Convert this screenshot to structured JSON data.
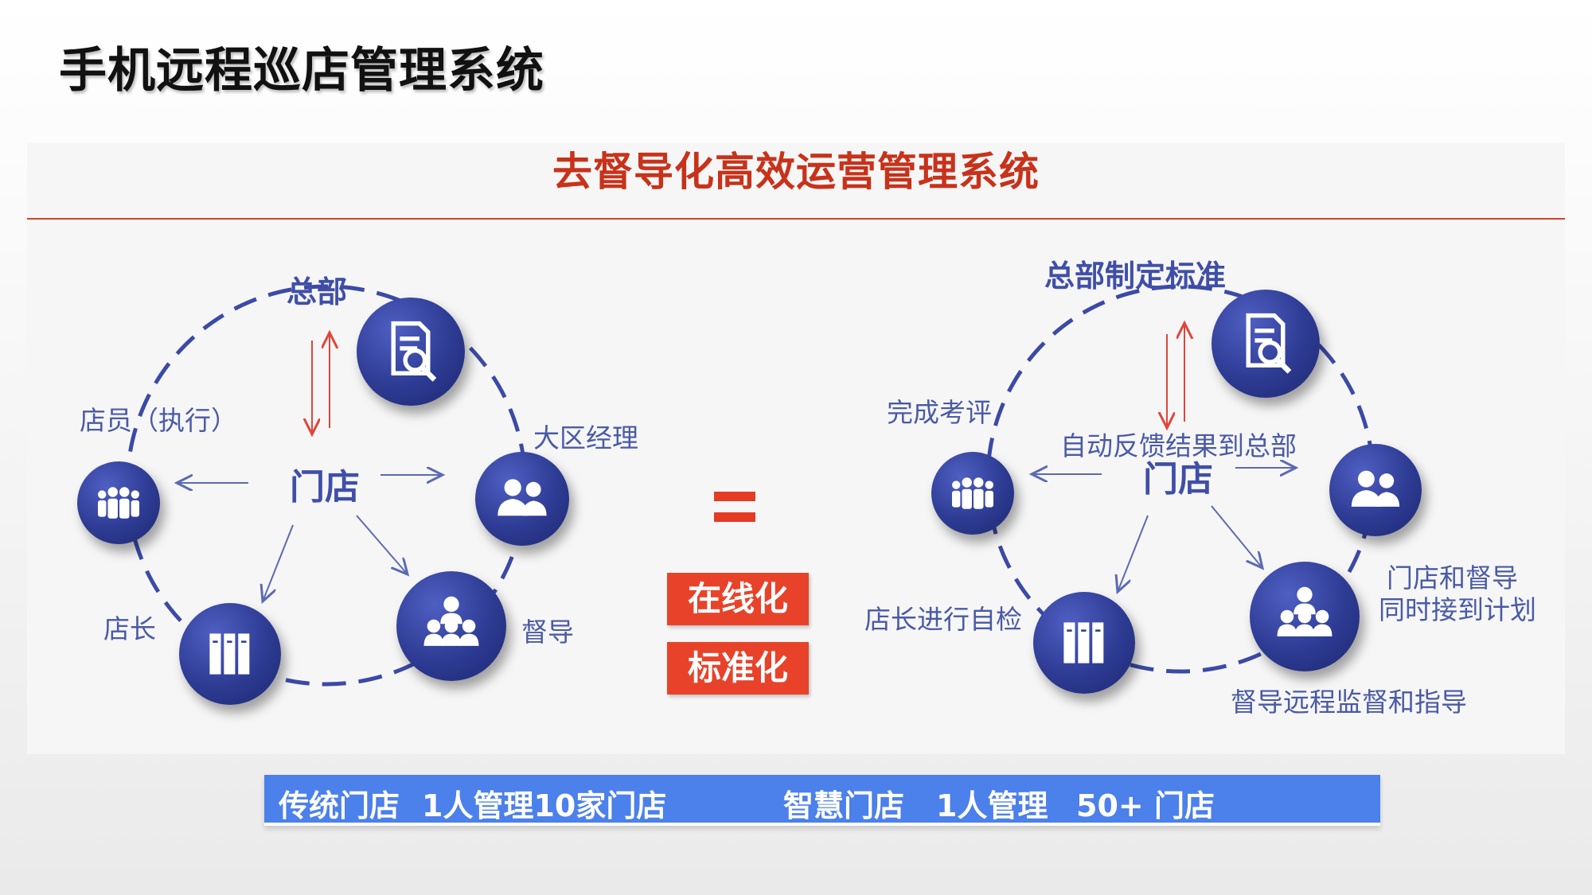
{
  "title": "手机远程巡店管理系统",
  "subtitle": "去督导化高效运营管理系统",
  "left_diagram": {
    "top_label": "总部",
    "hub": "门店",
    "clerk": "店员（执行）",
    "region_manager": "大区经理",
    "store_manager": "店长",
    "supervisor": "督导"
  },
  "right_diagram": {
    "top_label": "总部制定标准",
    "hub": "门店",
    "feedback": "自动反馈结果到总部",
    "evaluation": "完成考评",
    "self_check": "店长进行自检",
    "plan_line1": "门店和督导",
    "plan_line2": "同时接到计划",
    "remote_guidance": "督导远程监督和指导"
  },
  "badges": {
    "online": "在线化",
    "standard": "标准化"
  },
  "bottom_bar": {
    "traditional": "传统门店",
    "traditional_ratio": "1人管理10家门店",
    "smart": "智慧门店",
    "smart_manager": "1人管理",
    "smart_stores": "50+ 门店"
  },
  "colors": {
    "accent_red": "#e8432a",
    "node_blue": "#2d3b93",
    "bar_blue": "#4c80ea",
    "label_blue": "#4a5aa6"
  },
  "icons": [
    "document-search-icon",
    "people-group-icon",
    "two-person-icon",
    "org-team-icon",
    "book-stack-icon"
  ]
}
